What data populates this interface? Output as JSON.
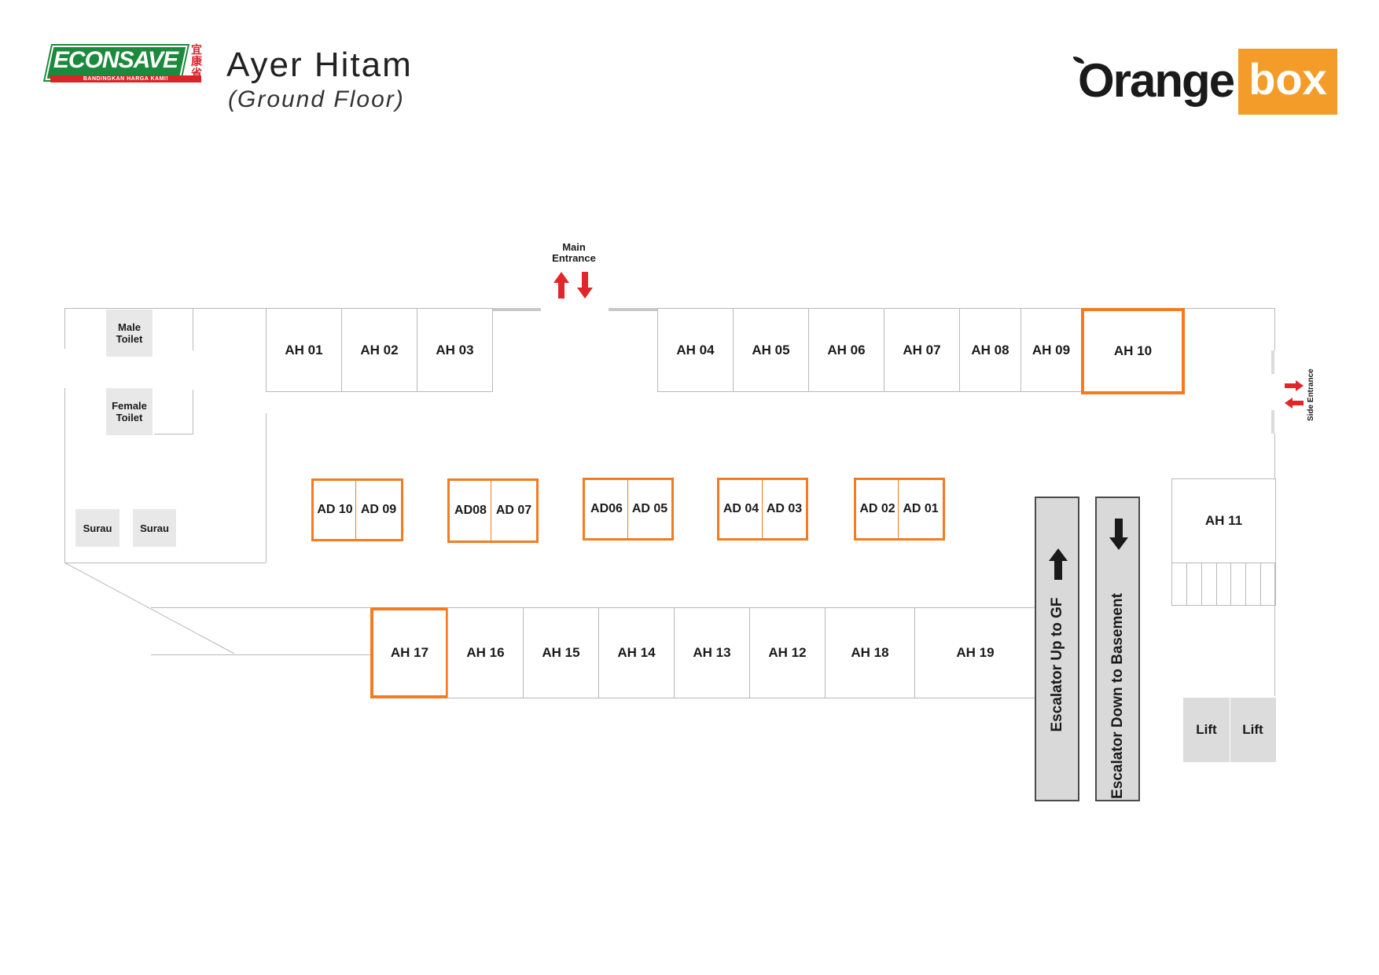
{
  "header": {
    "brand_left": {
      "name": "ECONSAVE",
      "tagline": "BANDINGKAN HARGA KAMI!",
      "chinese": "宜康省",
      "colors": {
        "green": "#1c8a3c",
        "red": "#d9252a"
      }
    },
    "title": "Ayer Hitam",
    "subtitle": "(Ground Floor)",
    "brand_right": {
      "word1": "Orange",
      "word2": "box",
      "colors": {
        "orange": "#f49c2a",
        "dark": "#1a1a1a"
      }
    }
  },
  "colors": {
    "highlight_orange": "#f47b20",
    "wall_grey": "#b9b9b9",
    "utility_grey": "#e8e8e8",
    "arrow_red": "#e0262b"
  },
  "amenities": {
    "male_toilet": "Male Toilet",
    "female_toilet": "Female Toilet",
    "surau_1": "Surau",
    "surau_2": "Surau"
  },
  "entrances": {
    "main": "Main Entrance",
    "side": "Side Entrance"
  },
  "top_lots": [
    {
      "id": "AH 01",
      "highlighted": false
    },
    {
      "id": "AH 02",
      "highlighted": false
    },
    {
      "id": "AH 03",
      "highlighted": false
    },
    {
      "id": "AH 04",
      "highlighted": false
    },
    {
      "id": "AH 05",
      "highlighted": false
    },
    {
      "id": "AH 06",
      "highlighted": false
    },
    {
      "id": "AH 07",
      "highlighted": false
    },
    {
      "id": "AH 08",
      "highlighted": false
    },
    {
      "id": "AH 09",
      "highlighted": false
    },
    {
      "id": "AH 10",
      "highlighted": true
    }
  ],
  "kiosks": [
    {
      "pair": [
        "AD 10",
        "AD 09"
      ]
    },
    {
      "pair": [
        "AD08",
        "AD 07"
      ]
    },
    {
      "pair": [
        "AD06",
        "AD 05"
      ]
    },
    {
      "pair": [
        "AD 04",
        "AD 03"
      ]
    },
    {
      "pair": [
        "AD 02",
        "AD 01"
      ]
    }
  ],
  "bottom_lots": [
    {
      "id": "AH 17",
      "highlighted": true
    },
    {
      "id": "AH 16",
      "highlighted": false
    },
    {
      "id": "AH 15",
      "highlighted": false
    },
    {
      "id": "AH 14",
      "highlighted": false
    },
    {
      "id": "AH 13",
      "highlighted": false
    },
    {
      "id": "AH 12",
      "highlighted": false
    },
    {
      "id": "AH 18",
      "highlighted": false
    },
    {
      "id": "AH 19",
      "highlighted": false
    }
  ],
  "side_lot": {
    "id": "AH 11"
  },
  "escalators": {
    "up": "Escalator Up to GF",
    "down": "Escalator Down to Basement"
  },
  "lifts": [
    "Lift",
    "Lift"
  ]
}
